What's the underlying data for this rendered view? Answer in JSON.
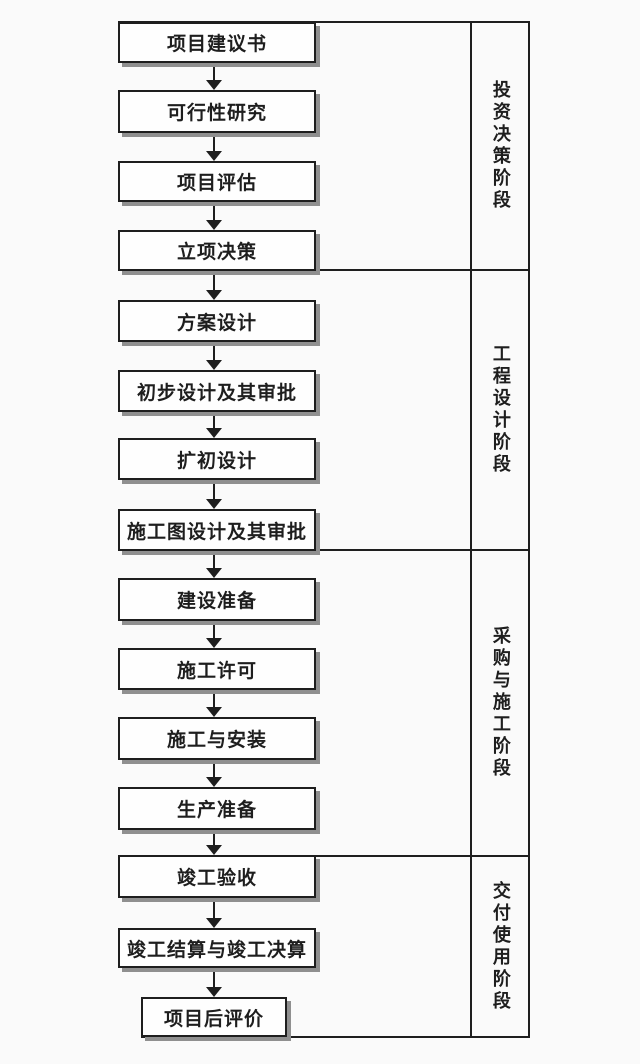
{
  "flow": {
    "sections": [
      {
        "phase": "投资决策阶段",
        "steps": [
          "项目建议书",
          "可行性研究",
          "项目评估",
          "立项决策"
        ]
      },
      {
        "phase": "工程设计阶段",
        "steps": [
          "方案设计",
          "初步设计及其审批",
          "扩初设计",
          "施工图设计及其审批"
        ]
      },
      {
        "phase": "采购与施工阶段",
        "steps": [
          "建设准备",
          "施工许可",
          "施工与安装",
          "生产准备"
        ]
      },
      {
        "phase": "交付使用阶段",
        "steps": [
          "竣工验收",
          "竣工结算与竣工决算",
          "项目后评价"
        ]
      }
    ]
  },
  "colors": {
    "ink": "#1e1e1e",
    "shadow": "#8f8f8f",
    "box-bg": "#fefefe",
    "bg": "#fafafa"
  }
}
